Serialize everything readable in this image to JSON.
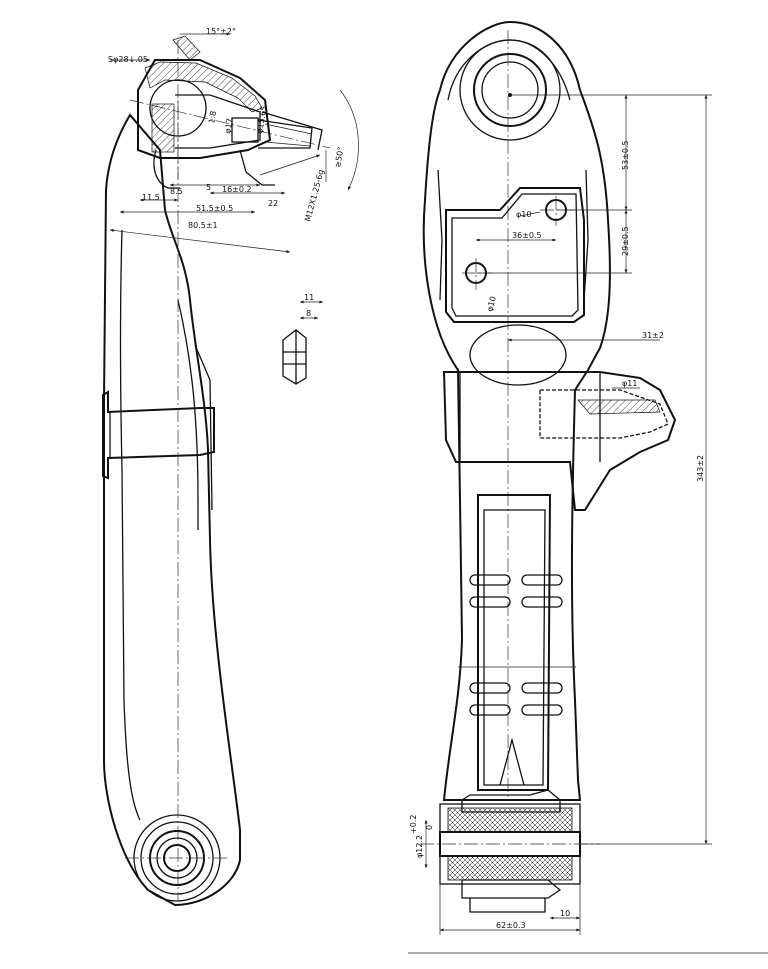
{
  "labels": {
    "sphere_diameter": "Sφ28↓.05",
    "angle_top": "15°±2°",
    "angle_right": "≥50°",
    "taper": "1:8",
    "pin_diameter": "φ15.65",
    "small_dia": "φ17",
    "thread": "M12X1.25-6g",
    "dim_85": "8.5",
    "dim_5": "5",
    "dim_16": "16±0.2",
    "dim_22": "22",
    "dim_115": "11.5",
    "dim_515": "51.5±0.5",
    "dim_805": "80.5±1",
    "nut_width": "11",
    "nut_height": "8",
    "hole_dia_10": "φ10",
    "hole_spacing": "36±0.5",
    "hole_dia_lower": "φ10",
    "dim_53": "53±0.5",
    "dim_29": "29±0.5",
    "dim_31": "31±2",
    "clamp_hole": "φ11",
    "overall_length": "343±2",
    "bushing_id": "φ12.2",
    "bushing_tol_upper": "+0.2",
    "bushing_tol_lower": "0",
    "bushing_width": "62±0.3",
    "bushing_offset": "10"
  }
}
